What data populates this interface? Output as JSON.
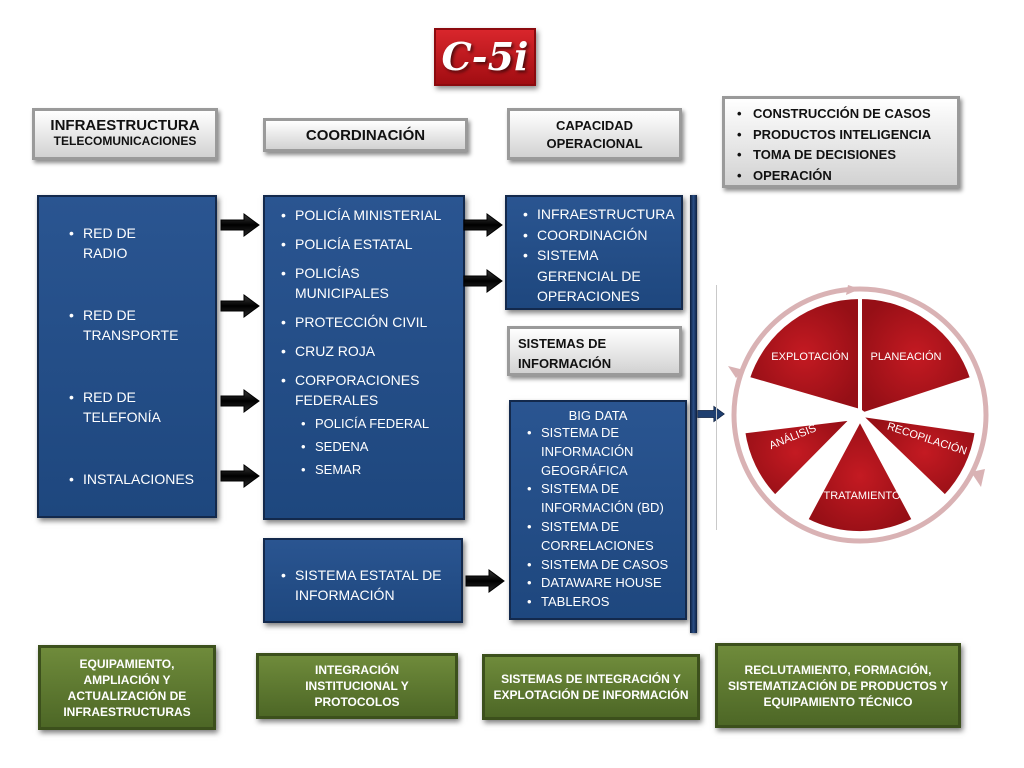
{
  "title": "C-5i",
  "headers": {
    "infraestructura": {
      "line1": "INFRAESTRUCTURA",
      "line2": "TELECOMUNICACIONES"
    },
    "coordinacion": {
      "label": "COORDINACIÓN"
    },
    "capacidad": {
      "line1": "CAPACIDAD",
      "line2": "OPERACIONAL"
    },
    "top_right_list": [
      "CONSTRUCCIÓN DE CASOS",
      "PRODUCTOS INTELIGENCIA",
      "TOMA DE DECISIONES",
      "OPERACIÓN"
    ]
  },
  "infra_box": {
    "items": [
      "RED DE RADIO",
      "RED DE TRANSPORTE",
      "RED DE TELEFONÍA",
      "INSTALACIONES"
    ]
  },
  "coord_box": {
    "items": [
      "POLICÍA MINISTERIAL",
      "POLICÍA ESTATAL",
      "POLICÍAS MUNICIPALES",
      "PROTECCIÓN CIVIL",
      "CRUZ ROJA",
      "CORPORACIONES FEDERALES"
    ],
    "sub_items": [
      "POLICÍA FEDERAL",
      "SEDENA",
      "SEMAR"
    ]
  },
  "sistema_estatal": {
    "item": "SISTEMA ESTATAL DE INFORMACIÓN"
  },
  "capacidad_box": {
    "items": [
      "INFRAESTRUCTURA",
      "COORDINACIÓN",
      "SISTEMA GERENCIAL DE OPERACIONES"
    ]
  },
  "sistemas_info_header": {
    "label": "SISTEMAS DE INFORMACIÓN"
  },
  "big_data_box": {
    "title": "BIG DATA",
    "items": [
      "SISTEMA DE INFORMACIÓN GEOGRÁFICA",
      "SISTEMA DE INFORMACIÓN (BD)",
      "SISTEMA DE CORRELACIONES",
      "SISTEMA DE CASOS",
      "DATAWARE HOUSE",
      "TABLEROS"
    ]
  },
  "cycle": {
    "segments": [
      "PLANEACIÓN",
      "RECOPILACIÓN",
      "TRATAMIENTO",
      "ANÁLISIS",
      "EXPLOTACIÓN"
    ],
    "color": "#a8141c"
  },
  "bottom": {
    "b1": "EQUIPAMIENTO, AMPLIACIÓN Y ACTUALIZACIÓN DE INFRAESTRUCTURAS",
    "b2": "INTEGRACIÓN INSTITUCIONAL Y PROTOCOLOS",
    "b3": "SISTEMAS DE INTEGRACIÓN Y EXPLOTACIÓN DE INFORMACIÓN",
    "b4": "RECLUTAMIENTO, FORMACIÓN, SISTEMATIZACIÓN DE PRODUCTOS Y EQUIPAMIENTO TÉCNICO"
  }
}
